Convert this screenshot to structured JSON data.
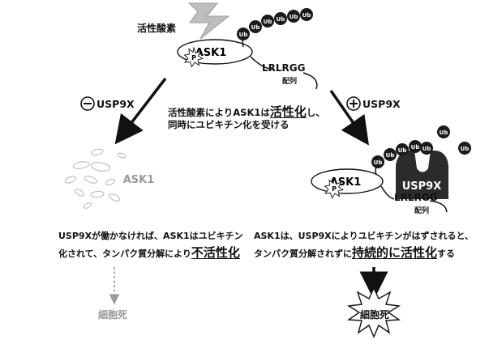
{
  "top": {
    "ros_label": "活性酸素",
    "ask1_label": "ASK1",
    "phospho_label": "P",
    "ub_label": "Ub",
    "motif_line1": "LRLRGG",
    "motif_line2": "配列"
  },
  "center": {
    "line1_prefix": "活性酸素によりASK1は",
    "line1_emph": "活性化",
    "line1_suffix": "し、",
    "line2": "同時にユビキチン化を受ける"
  },
  "left": {
    "branch_label": "USP9X",
    "branch_sign": "−",
    "ask1_fade_label": "ASK1",
    "desc_line1": "USP9Xが働かなければ、ASK1はユビキチン",
    "desc_line2_prefix": "化されて、タンパク質分解により",
    "desc_line2_emph": "不活性化",
    "outcome": "細胞死"
  },
  "right": {
    "branch_label": "USP9X",
    "branch_sign": "+",
    "ask1_label": "ASK1",
    "usp9x_label": "USP9X",
    "phospho_label": "P",
    "ub_label": "Ub",
    "motif_line1": "LRLRGG",
    "motif_line2": "配列",
    "desc_line1": "ASK1は、USP9Xによりユビキチンがはずされると、",
    "desc_line2_prefix": "タンパク質分解されずに",
    "desc_line2_emph": "持続的に活性化",
    "desc_line2_suffix": "する",
    "outcome": "細胞死"
  },
  "colors": {
    "ink": "#111111",
    "ub_fill": "#1a1a1a",
    "usp9x_fill": "#2b2b2b",
    "lightning": "#bdbdbd",
    "faded": "#bbbbbb",
    "fade_text": "#999999"
  }
}
